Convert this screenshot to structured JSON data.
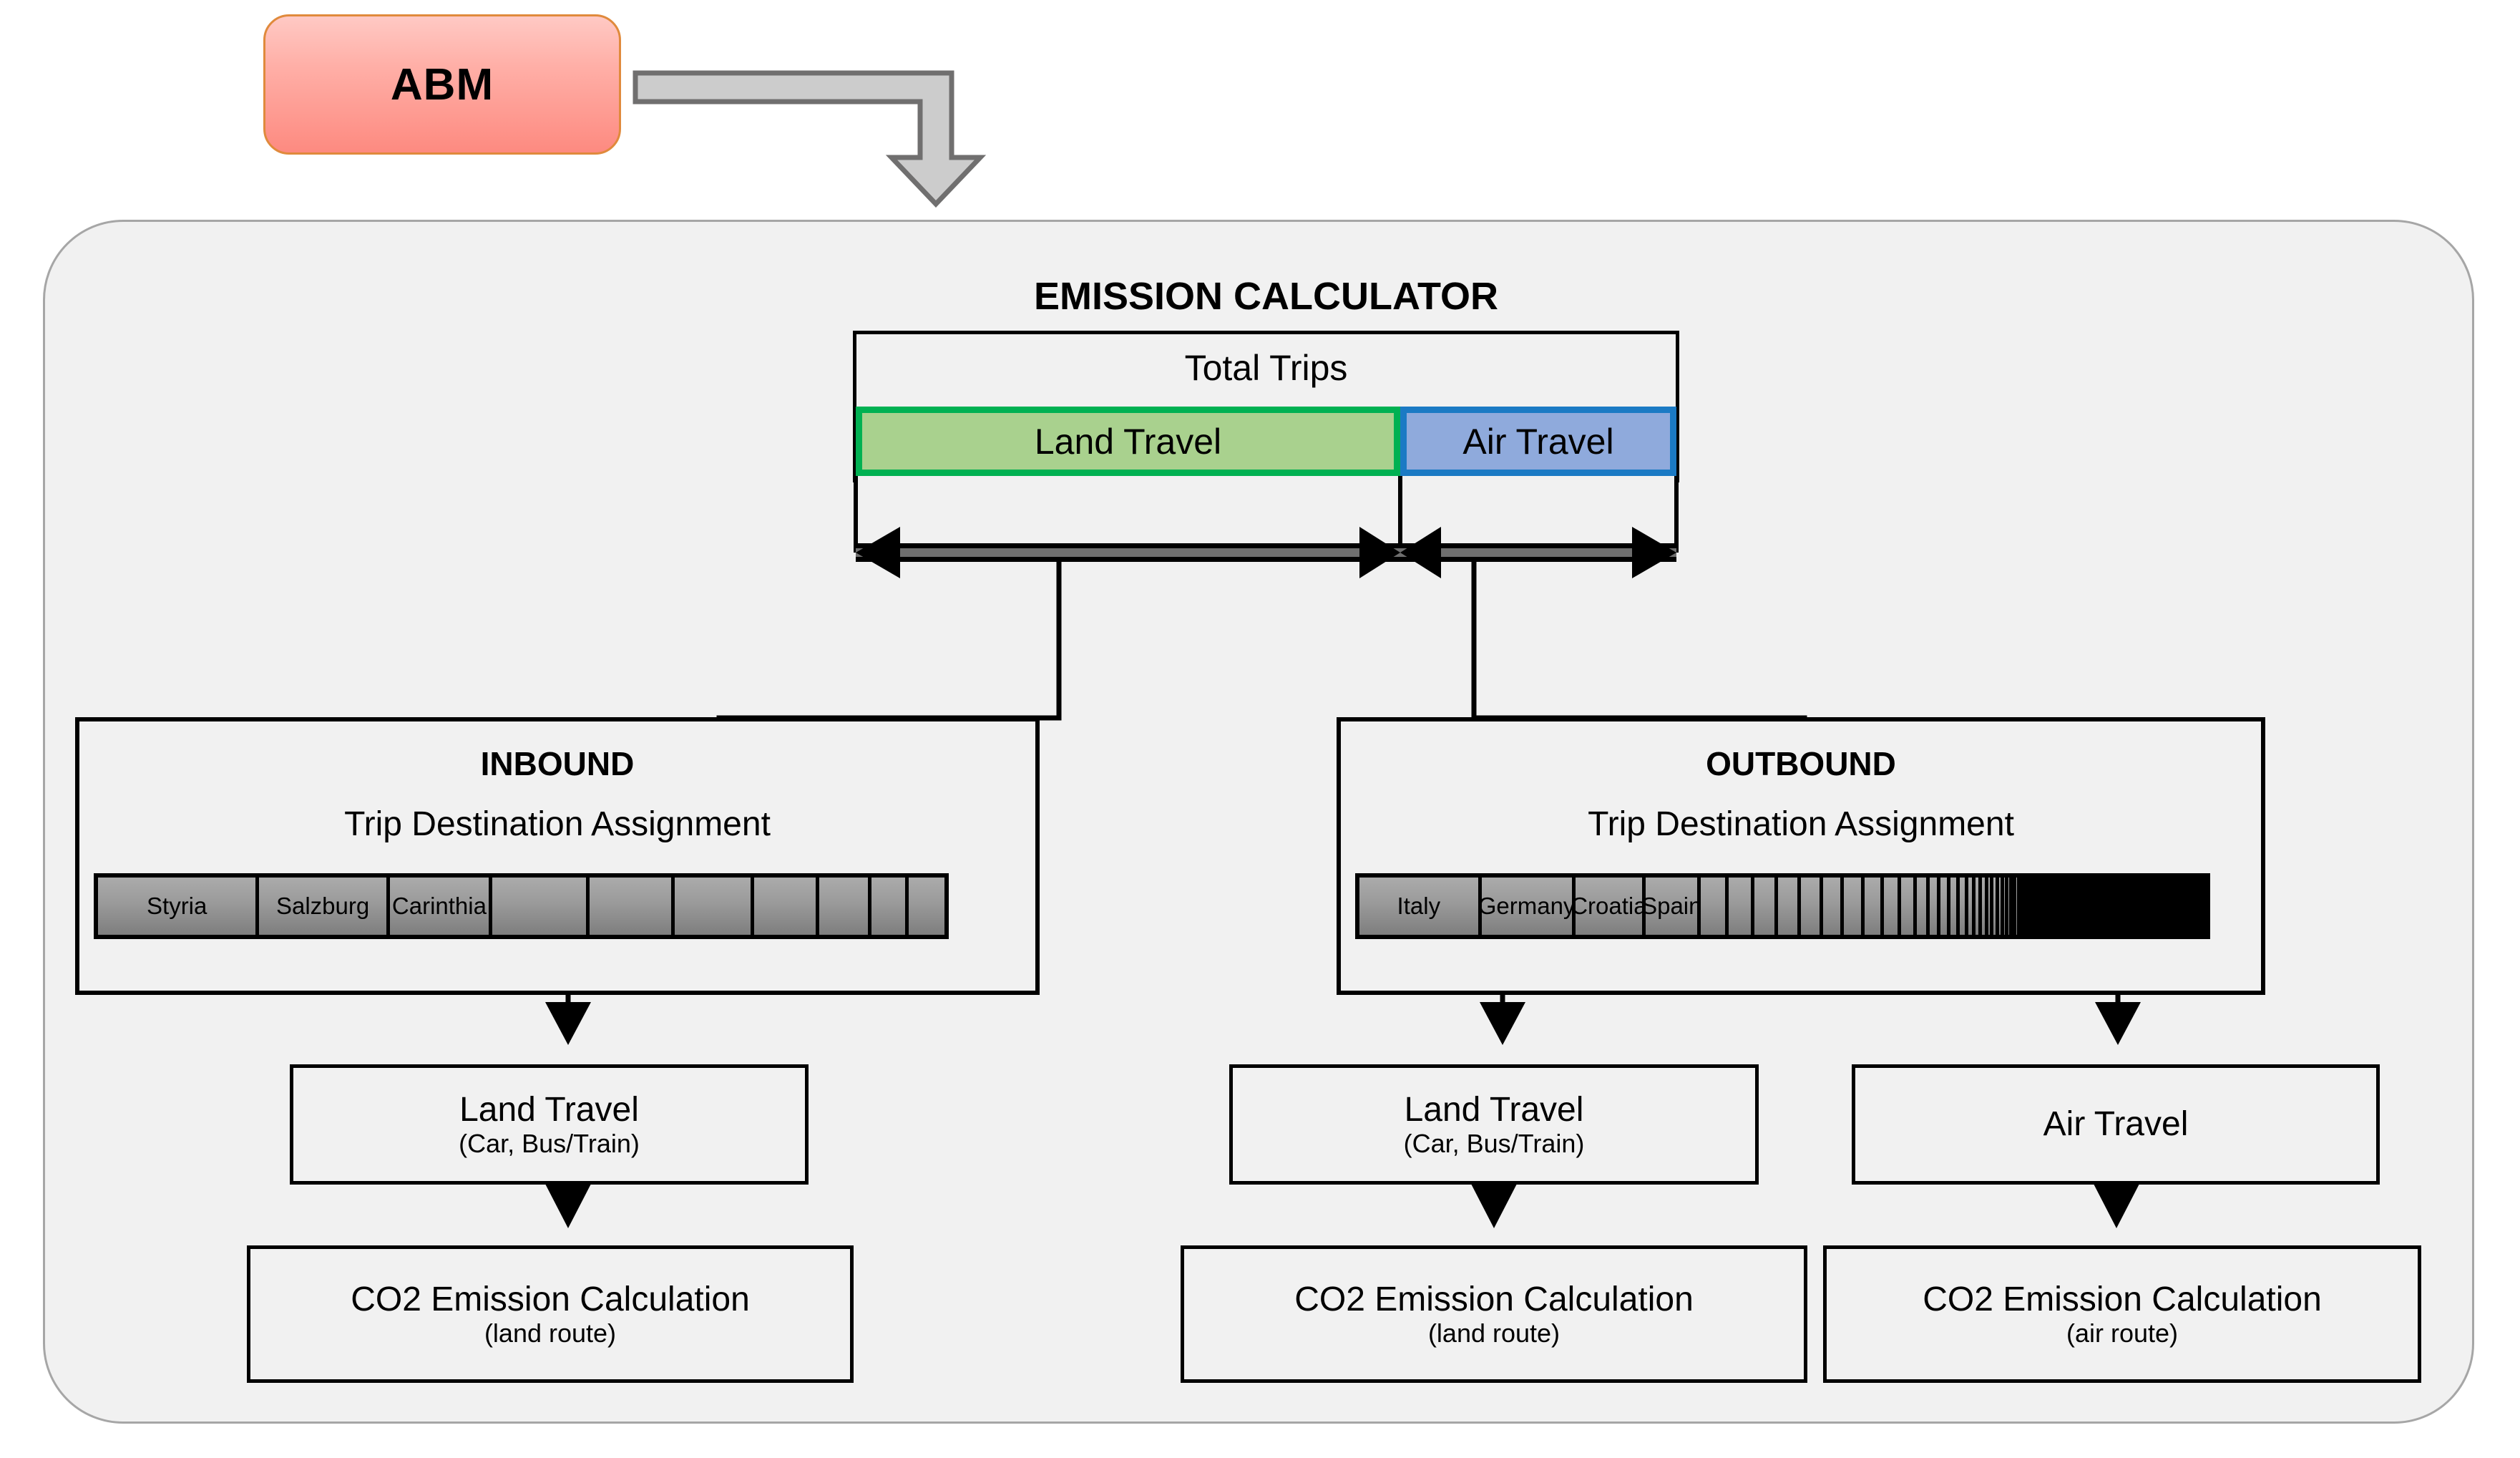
{
  "source": {
    "label": "ABM"
  },
  "arrow": {
    "name": "abm-to-calculator-arrow",
    "fill": "#CCCCCC",
    "stroke": "#706F6F"
  },
  "calculator": {
    "title": "EMISSION CALCULATOR",
    "total_trips_label": "Total Trips",
    "land_travel_label": "Land Travel",
    "air_travel_label": "Air Travel",
    "land_travel_color": "#A9D18E",
    "land_travel_border": "#00B152",
    "air_travel_color": "#8FAADC",
    "air_travel_border": "#1B7AC4",
    "panel_background": "#F1F1F1",
    "panel_border": "#A6A6A6"
  },
  "inbound": {
    "title": "INBOUND",
    "subtitle": "Trip Destination Assignment",
    "segments": [
      {
        "label": "Styria",
        "width": 173
      },
      {
        "label": "Salzburg",
        "width": 140
      },
      {
        "label": "Carinthia",
        "width": 110
      },
      {
        "label": "",
        "width": 104
      },
      {
        "label": "",
        "width": 92
      },
      {
        "label": "",
        "width": 85
      },
      {
        "label": "",
        "width": 70
      },
      {
        "label": "",
        "width": 56
      },
      {
        "label": "",
        "width": 40
      },
      {
        "label": "",
        "width": 38
      }
    ],
    "land_travel": {
      "title": "Land Travel",
      "subtitle": "(Car, Bus/Train)"
    },
    "co2": {
      "title": "CO2 Emission Calculation",
      "subtitle": "(land route)"
    }
  },
  "outbound": {
    "title": "OUTBOUND",
    "subtitle": "Trip Destination Assignment",
    "segments": [
      {
        "label": "Italy",
        "width": 133
      },
      {
        "label": "Germany",
        "width": 102
      },
      {
        "label": "Croatia",
        "width": 77
      },
      {
        "label": "Spain",
        "width": 60
      },
      {
        "label": "",
        "width": 30
      },
      {
        "label": "",
        "width": 28
      },
      {
        "label": "",
        "width": 26
      },
      {
        "label": "",
        "width": 25
      },
      {
        "label": "",
        "width": 24
      },
      {
        "label": "",
        "width": 23
      },
      {
        "label": "",
        "width": 22
      },
      {
        "label": "",
        "width": 21
      },
      {
        "label": "",
        "width": 19
      },
      {
        "label": "",
        "width": 17
      },
      {
        "label": "",
        "width": 14
      },
      {
        "label": "",
        "width": 12
      },
      {
        "label": "",
        "width": 11
      },
      {
        "label": "",
        "width": 10
      },
      {
        "label": "",
        "width": 9
      },
      {
        "label": "",
        "width": 8
      },
      {
        "label": "",
        "width": 7
      },
      {
        "label": "",
        "width": 7
      },
      {
        "label": "",
        "width": 6
      },
      {
        "label": "",
        "width": 6
      },
      {
        "label": "",
        "width": 5
      },
      {
        "label": "",
        "width": 5
      },
      {
        "label": "",
        "width": 5
      },
      {
        "label": "",
        "width": 4
      },
      {
        "label": "",
        "width": 4
      },
      {
        "label": "",
        "width": 4
      },
      {
        "label": "",
        "width": 4
      },
      {
        "label": "",
        "width": 4
      },
      {
        "label": "",
        "width": 4
      },
      {
        "label": "",
        "width": 3
      },
      {
        "label": "",
        "width": 3
      },
      {
        "label": "",
        "width": 3
      },
      {
        "label": "",
        "width": 3
      },
      {
        "label": "",
        "width": 3
      },
      {
        "label": "",
        "width": 3
      }
    ],
    "tail_width": 168,
    "land_travel": {
      "title": "Land Travel",
      "subtitle": "(Car, Bus/Train)"
    },
    "air_travel": {
      "title": "Air Travel",
      "subtitle": ""
    },
    "co2_land": {
      "title": "CO2 Emission Calculation",
      "subtitle": "(land route)"
    },
    "co2_air": {
      "title": "CO2 Emission Calculation",
      "subtitle": "(air route)"
    }
  }
}
